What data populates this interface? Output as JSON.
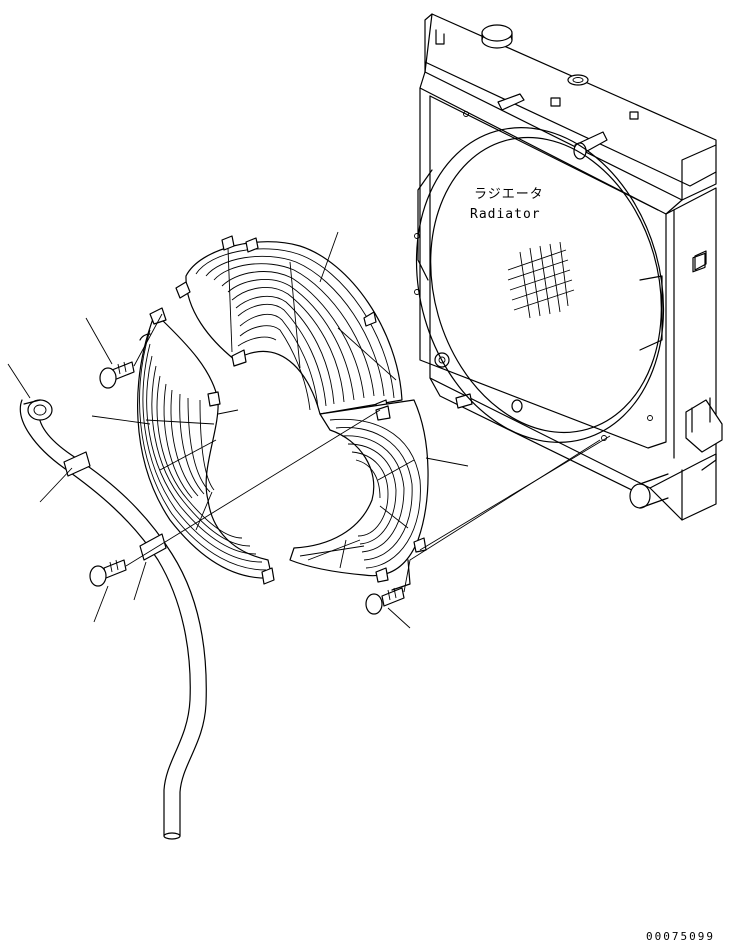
{
  "labels": {
    "radiator_jp": "ラジエータ",
    "radiator_en": "Radiator"
  },
  "drawing_code": "00075099"
}
